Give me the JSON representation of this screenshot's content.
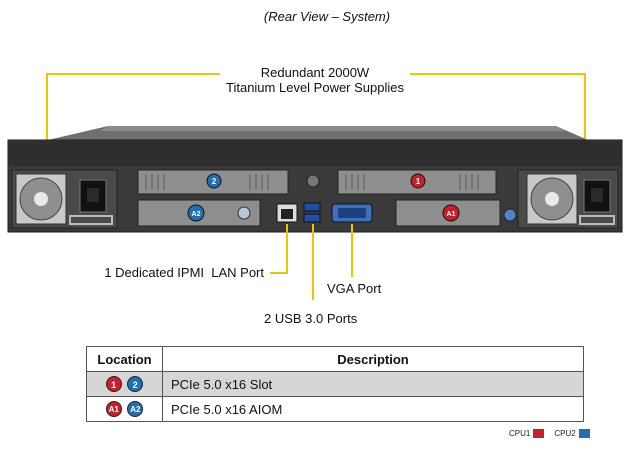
{
  "view_title": "(Rear View – System)",
  "psu_label_line1": "Redundant 2000W",
  "psu_label_line2": "Titanium Level Power Supplies",
  "ipmi_label": "1 Dedicated IPMI  LAN Port",
  "vga_label": "VGA Port",
  "usb_label": "2 USB 3.0 Ports",
  "slot_badges": {
    "slot1": "1",
    "slot2": "2",
    "aiom1": "A1",
    "aiom2": "A2"
  },
  "table": {
    "headers": [
      "Location",
      "Description"
    ],
    "rows": [
      {
        "badges": [
          "1",
          "2"
        ],
        "description": "PCIe 5.0 x16 Slot"
      },
      {
        "badges": [
          "A1",
          "A2"
        ],
        "description": "PCIe 5.0 x16 AIOM"
      }
    ]
  },
  "cpu_legend": {
    "cpu1": "CPU1",
    "cpu2": "CPU2"
  },
  "colors": {
    "cpu1": "#c8202a",
    "cpu2": "#1f6fb2",
    "callout": "#f2c400",
    "chassis": "#3a3a3a"
  }
}
